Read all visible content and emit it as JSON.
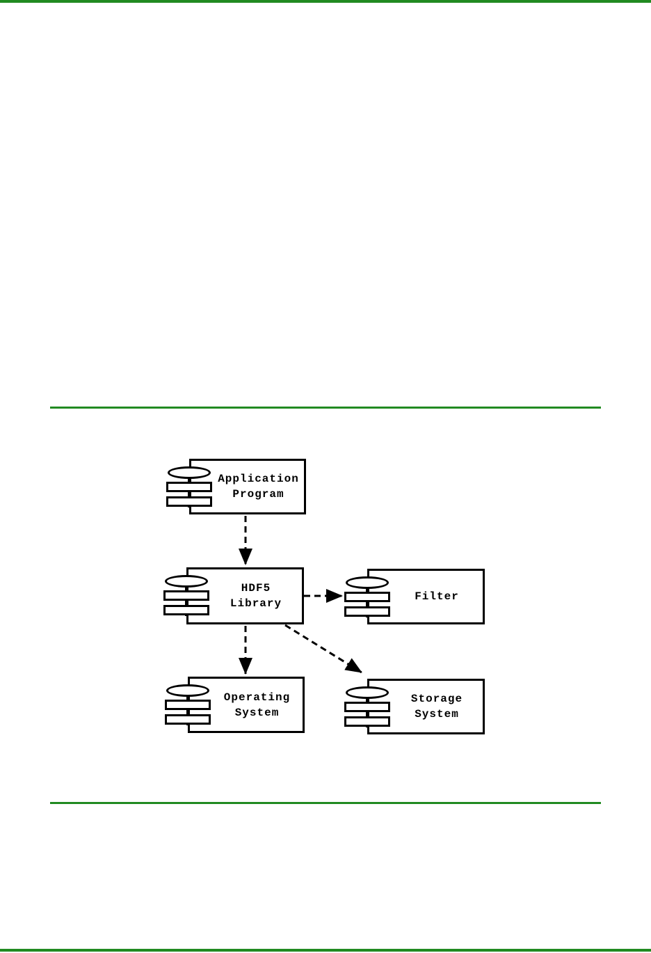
{
  "page": {
    "background_color": "#ffffff",
    "accent_green": "#218a21"
  },
  "diagram": {
    "type": "uml-component-diagram",
    "components": [
      {
        "name": "Application Program",
        "label_lines": [
          "Application",
          "Program"
        ]
      },
      {
        "name": "HDF5 Library",
        "label_lines": [
          "HDF5",
          "Library"
        ]
      },
      {
        "name": "Filter",
        "label_lines": [
          "Filter"
        ]
      },
      {
        "name": "Operating System",
        "label_lines": [
          "Operating",
          "System"
        ]
      },
      {
        "name": "Storage System",
        "label_lines": [
          "Storage",
          "System"
        ]
      }
    ],
    "connections": [
      {
        "from": "Application Program",
        "to": "HDF5 Library",
        "style": "dashed-arrow"
      },
      {
        "from": "HDF5 Library",
        "to": "Filter",
        "style": "dashed-arrow"
      },
      {
        "from": "HDF5 Library",
        "to": "Operating System",
        "style": "dashed-arrow"
      },
      {
        "from": "HDF5 Library",
        "to": "Storage System",
        "style": "dashed-arrow"
      }
    ]
  }
}
